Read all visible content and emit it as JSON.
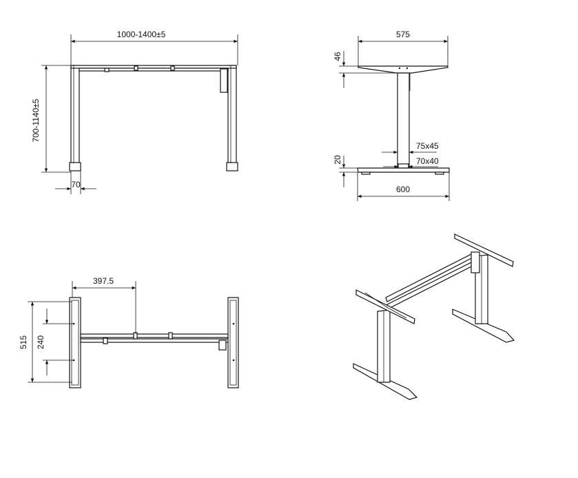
{
  "drawing": {
    "front_view": {
      "width_label": "1000-1400±5",
      "height_label": "700-1140±5",
      "leg_label": "70"
    },
    "side_view": {
      "top_label": "575",
      "bracket_label": "46",
      "outer_tube_label": "75x45",
      "foot_label": "20",
      "inner_tube_label": "70x40",
      "base_label": "600"
    },
    "top_view": {
      "offset_label": "397.5",
      "depth_label": "515",
      "hole_spacing_label": "240"
    }
  },
  "colors": {
    "line": "#111111",
    "background": "#ffffff"
  }
}
